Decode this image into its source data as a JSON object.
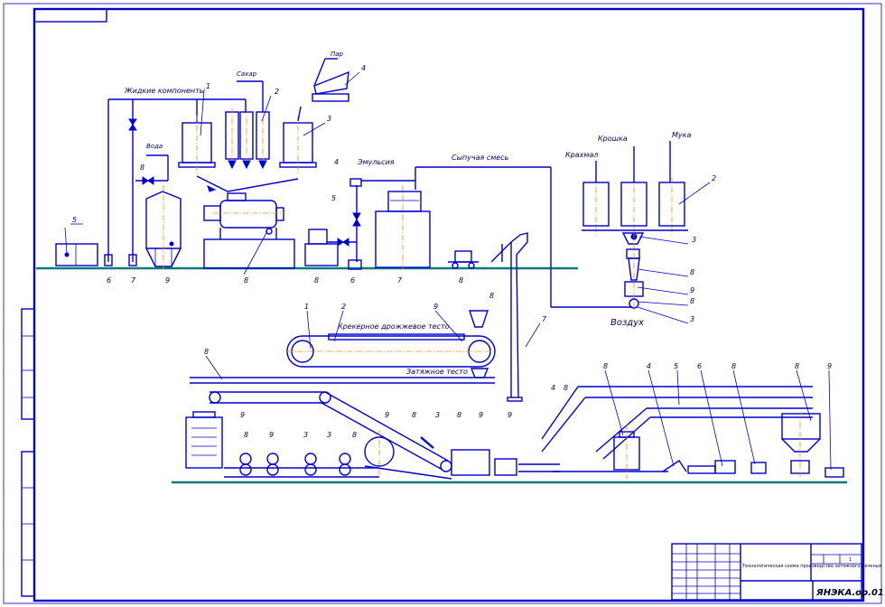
{
  "labels": {
    "liquid": "Жидкие компоненты",
    "emulsion": "Эмульсия",
    "dry_mix": "Сыпучая смесь",
    "starch": "Крахмал",
    "crumb": "Крошка",
    "flour": "Мука",
    "air": "Воздух",
    "cracker_dough": "Крекерное дрожжевое тесто",
    "fat_dough": "Затяжное тесто",
    "water": "Вода",
    "sugar": "Сахар",
    "steam": "Пар"
  },
  "title_block": {
    "caption": "Технологическая схема производства затяжного печенья",
    "code": "ЯНЭКА.ор.01",
    "sheet": "1"
  },
  "callouts": {
    "n1": "1",
    "n2": "2",
    "n3": "3",
    "n4": "4",
    "n5": "5",
    "n6": "6",
    "n7": "7",
    "n8": "8",
    "n9": "9"
  },
  "colors": {
    "lines": "#0000cc",
    "ground": "#0b7a7a",
    "axis": "#ff8800"
  }
}
